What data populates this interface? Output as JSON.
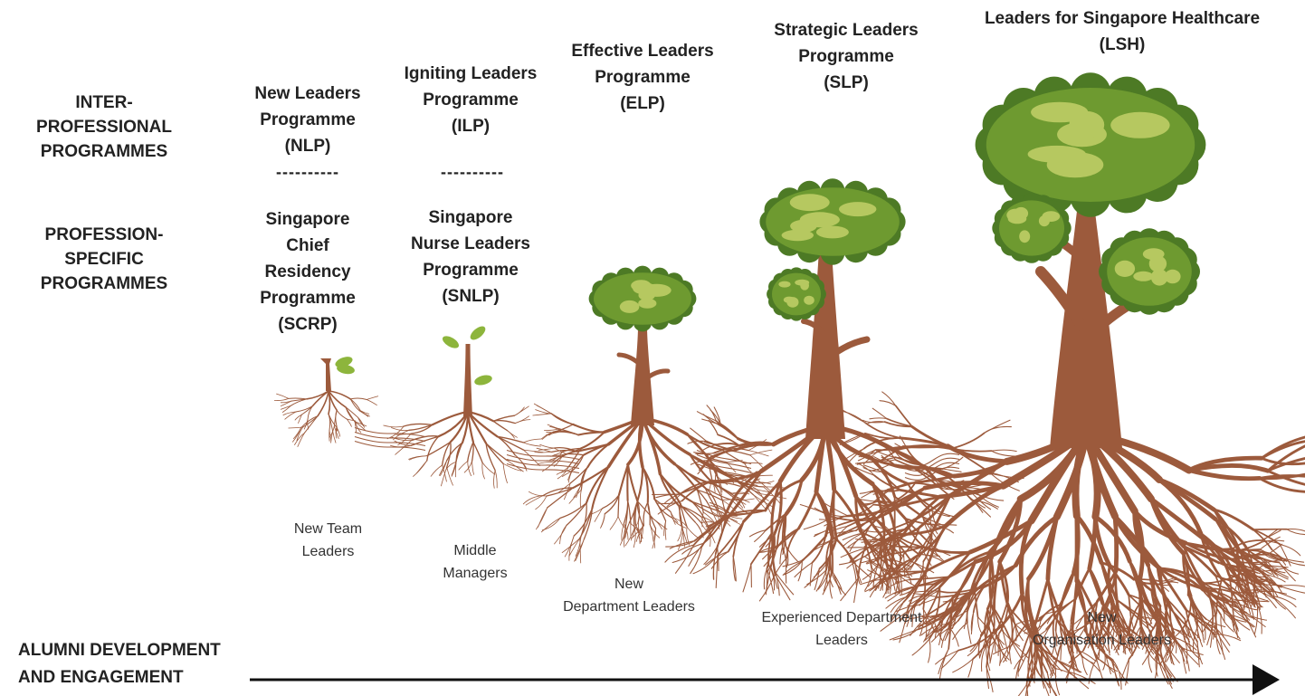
{
  "row_labels": {
    "inter_professional": [
      "INTER-",
      "PROFESSIONAL",
      "PROGRAMMES"
    ],
    "profession_specific": [
      "PROFESSION-",
      "SPECIFIC",
      "PROGRAMMES"
    ]
  },
  "stages": [
    {
      "inter": [
        "New Leaders",
        "Programme",
        "(NLP)"
      ],
      "divider": "----------",
      "specific": [
        "Singapore",
        "Chief",
        "Residency",
        "Programme",
        "(SCRP)"
      ],
      "level": [
        "New Team",
        "Leaders"
      ]
    },
    {
      "inter": [
        "Igniting Leaders",
        "Programme",
        "(ILP)"
      ],
      "divider": "----------",
      "specific": [
        "Singapore",
        "Nurse Leaders",
        "Programme",
        "(SNLP)"
      ],
      "level": [
        "Middle",
        "Managers"
      ]
    },
    {
      "inter": [
        "Effective Leaders",
        "Programme",
        "(ELP)"
      ],
      "level": [
        "New",
        "Department Leaders"
      ]
    },
    {
      "inter": [
        "Strategic Leaders",
        "Programme",
        "(SLP)"
      ],
      "level": [
        "Experienced Department",
        "Leaders"
      ]
    },
    {
      "inter": [
        "Leaders for Singapore Healthcare",
        "(LSH)"
      ],
      "level": [
        "New",
        "Organisation Leaders"
      ]
    }
  ],
  "alumni": [
    "ALUMNI DEVELOPMENT",
    "AND ENGAGEMENT"
  ],
  "colors": {
    "trunk": "#9c5a3c",
    "foliage_dark": "#4d7a25",
    "foliage_mid": "#6e9a30",
    "foliage_light": "#b6c860",
    "leaf": "#8db53c",
    "arrow": "#111111"
  }
}
